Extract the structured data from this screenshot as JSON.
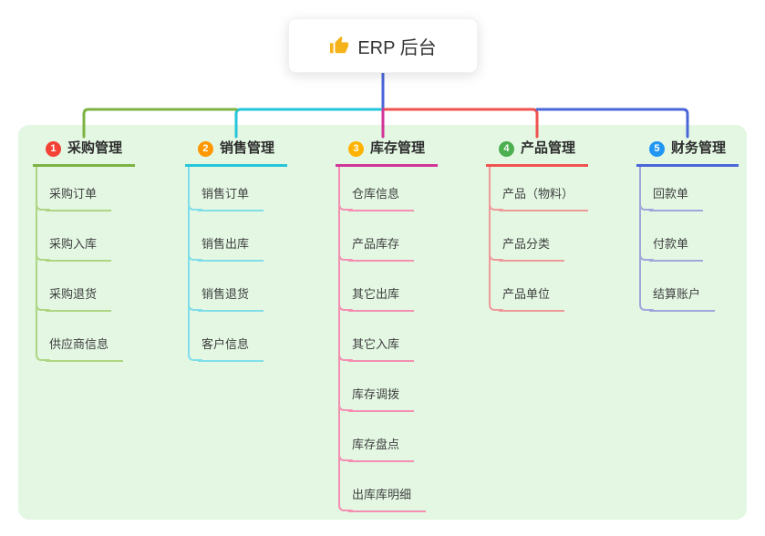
{
  "root": {
    "icon": "thumbs-up",
    "title": "ERP 后台"
  },
  "branches": [
    {
      "number": "1",
      "title": "采购管理",
      "badge_color": "#f44336",
      "line_color": "#7cb342",
      "item_line_color": "#aed581",
      "items": [
        "采购订单",
        "采购入库",
        "采购退货",
        "供应商信息"
      ]
    },
    {
      "number": "2",
      "title": "销售管理",
      "badge_color": "#ff9800",
      "line_color": "#26c6da",
      "item_line_color": "#80deea",
      "items": [
        "销售订单",
        "销售出库",
        "销售退货",
        "客户信息"
      ]
    },
    {
      "number": "3",
      "title": "库存管理",
      "badge_color": "#ffb300",
      "line_color": "#d1359a",
      "item_line_color": "#f48fb1",
      "items": [
        "仓库信息",
        "产品库存",
        "其它出库",
        "其它入库",
        "库存调拨",
        "库存盘点",
        "出库库明细"
      ]
    },
    {
      "number": "4",
      "title": "产品管理",
      "badge_color": "#4caf50",
      "line_color": "#ef5350",
      "item_line_color": "#ef9a9a",
      "items": [
        "产品（物料）",
        "产品分类",
        "产品单位"
      ]
    },
    {
      "number": "5",
      "title": "财务管理",
      "badge_color": "#2196f3",
      "line_color": "#4a66d8",
      "item_line_color": "#9fa8da",
      "items": [
        "回款单",
        "付款单",
        "结算账户"
      ]
    }
  ],
  "colors": {
    "trunk": "#4a66d8",
    "panel_background": "#e3f7e3",
    "root_icon": "#f6b21b"
  }
}
